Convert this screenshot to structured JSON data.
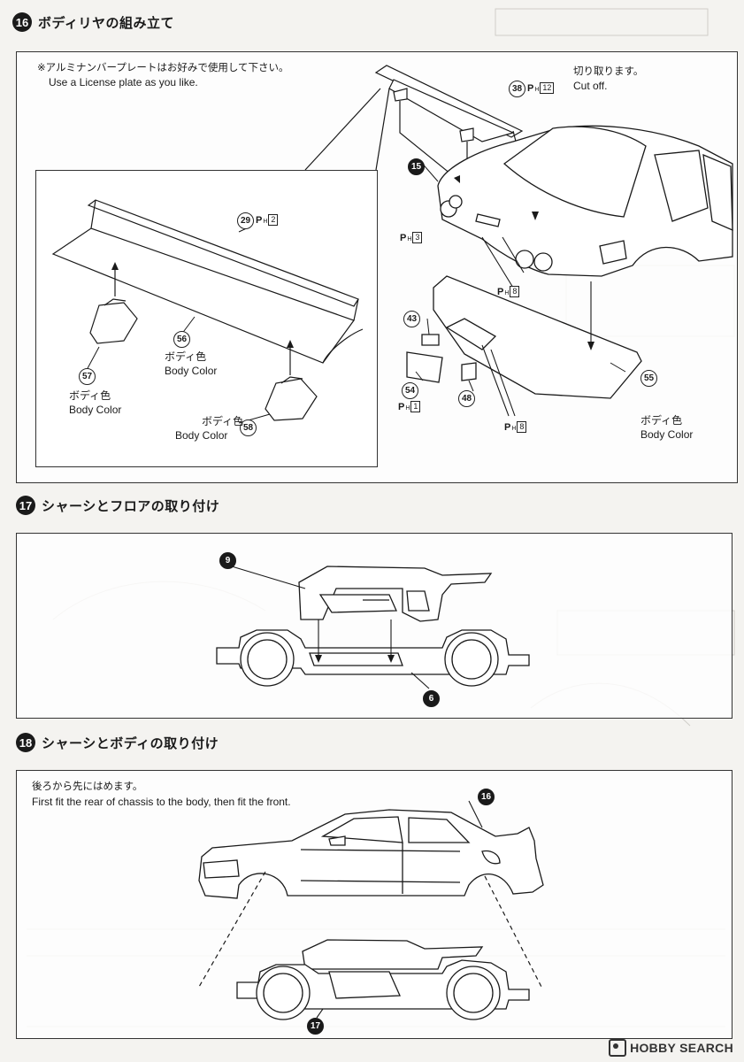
{
  "steps": [
    {
      "number": "16",
      "title": "ボディリヤの組み立て",
      "note_jp": "※アルミナンバープレートはお好みで使用して下さい。",
      "note_en": "Use a License plate as you like.",
      "cut_jp": "切り取ります。",
      "cut_en": "Cut off.",
      "parts": {
        "p29": "29",
        "p29_tag": "2",
        "p56": "56",
        "p57": "57",
        "p58": "58",
        "p38": "38",
        "p38_tag": "12",
        "p15": "15",
        "p43": "43",
        "p54": "54",
        "p48": "48",
        "p55": "55",
        "tag3": "3",
        "tag8a": "8",
        "tag1": "1",
        "tag8b": "8"
      },
      "body_color_jp": "ボディ色",
      "body_color_en": "Body Color"
    },
    {
      "number": "17",
      "title": "シャーシとフロアの取り付け",
      "parts": {
        "p9": "9",
        "p6": "6"
      }
    },
    {
      "number": "18",
      "title": "シャーシとボディの取り付け",
      "note_jp": "後ろから先にはめます。",
      "note_en": "First fit the rear of chassis to the body, then fit the front.",
      "parts": {
        "p16": "16",
        "p17": "17"
      }
    }
  ],
  "ptag_letter": "P",
  "ptag_sub": "H",
  "watermark": "HOBBY SEARCH",
  "colors": {
    "ink": "#1a1a1a",
    "paper": "#f4f3f0"
  }
}
